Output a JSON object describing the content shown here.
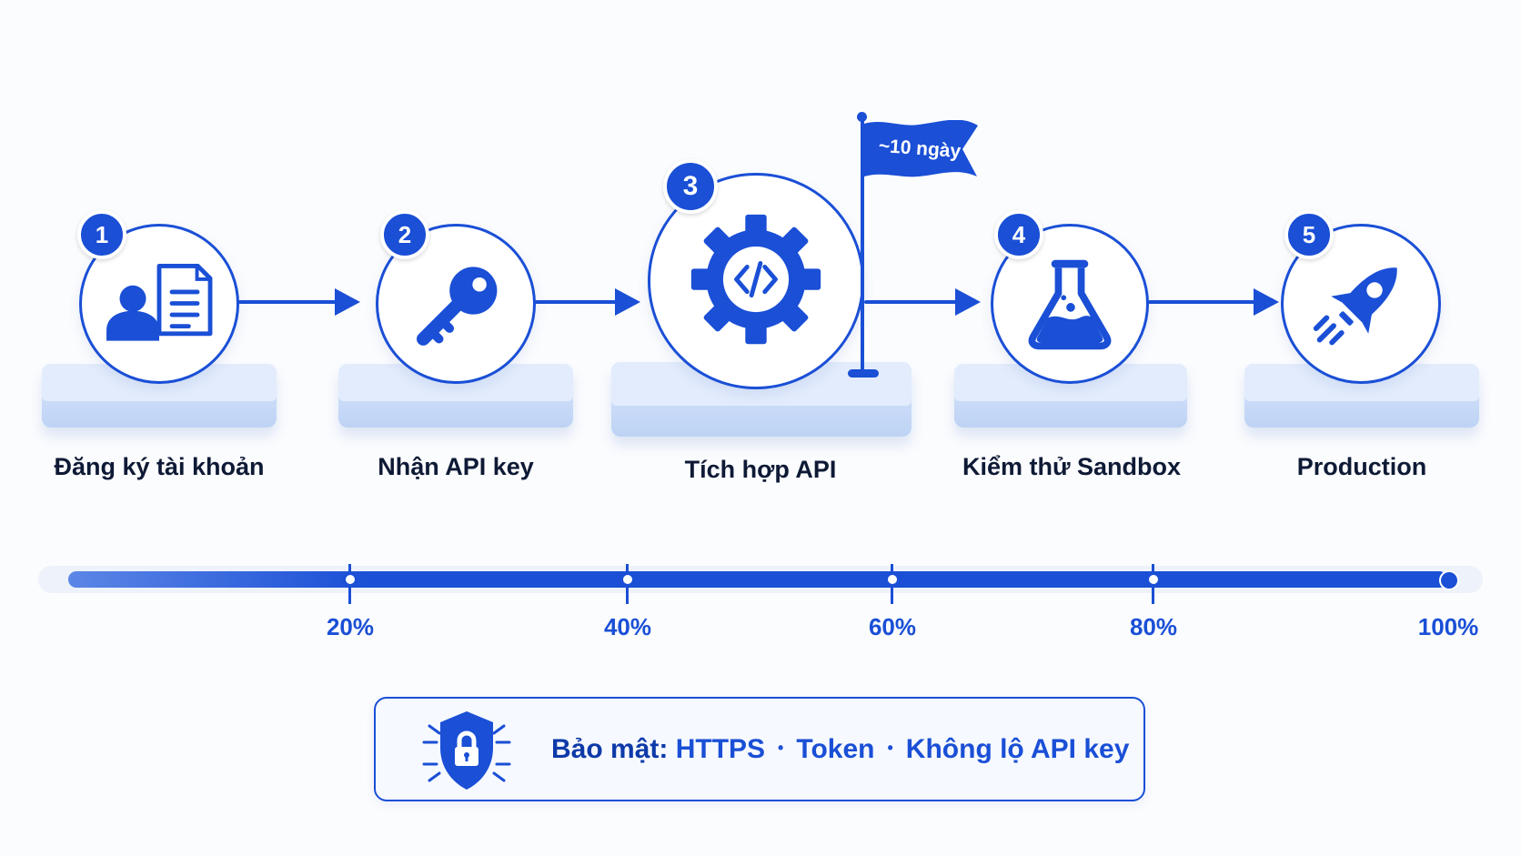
{
  "steps": [
    {
      "number": "1",
      "label": "Đăng ký tài khoản",
      "icon": "user-document-icon"
    },
    {
      "number": "2",
      "label": "Nhận API key",
      "icon": "key-icon"
    },
    {
      "number": "3",
      "label": "Tích hợp API",
      "icon": "code-gear-icon"
    },
    {
      "number": "4",
      "label": "Kiểm thử Sandbox",
      "icon": "flask-icon"
    },
    {
      "number": "5",
      "label": "Production",
      "icon": "rocket-icon"
    }
  ],
  "milestone_flag": {
    "text": "~10 ngày",
    "icon": "flag-icon"
  },
  "progress": {
    "value_percent": 100,
    "ticks": [
      "20%",
      "40%",
      "60%",
      "80%",
      "100%"
    ]
  },
  "security": {
    "title": "Bảo mật:",
    "items": [
      "HTTPS",
      "Token",
      "Không lộ API key"
    ],
    "separator": "•",
    "icon": "shield-lock-icon"
  },
  "colors": {
    "primary": "#1a4fd6",
    "pedestal": "#d9e6fb",
    "text": "#0e1a35",
    "background": "#fbfcfe"
  }
}
